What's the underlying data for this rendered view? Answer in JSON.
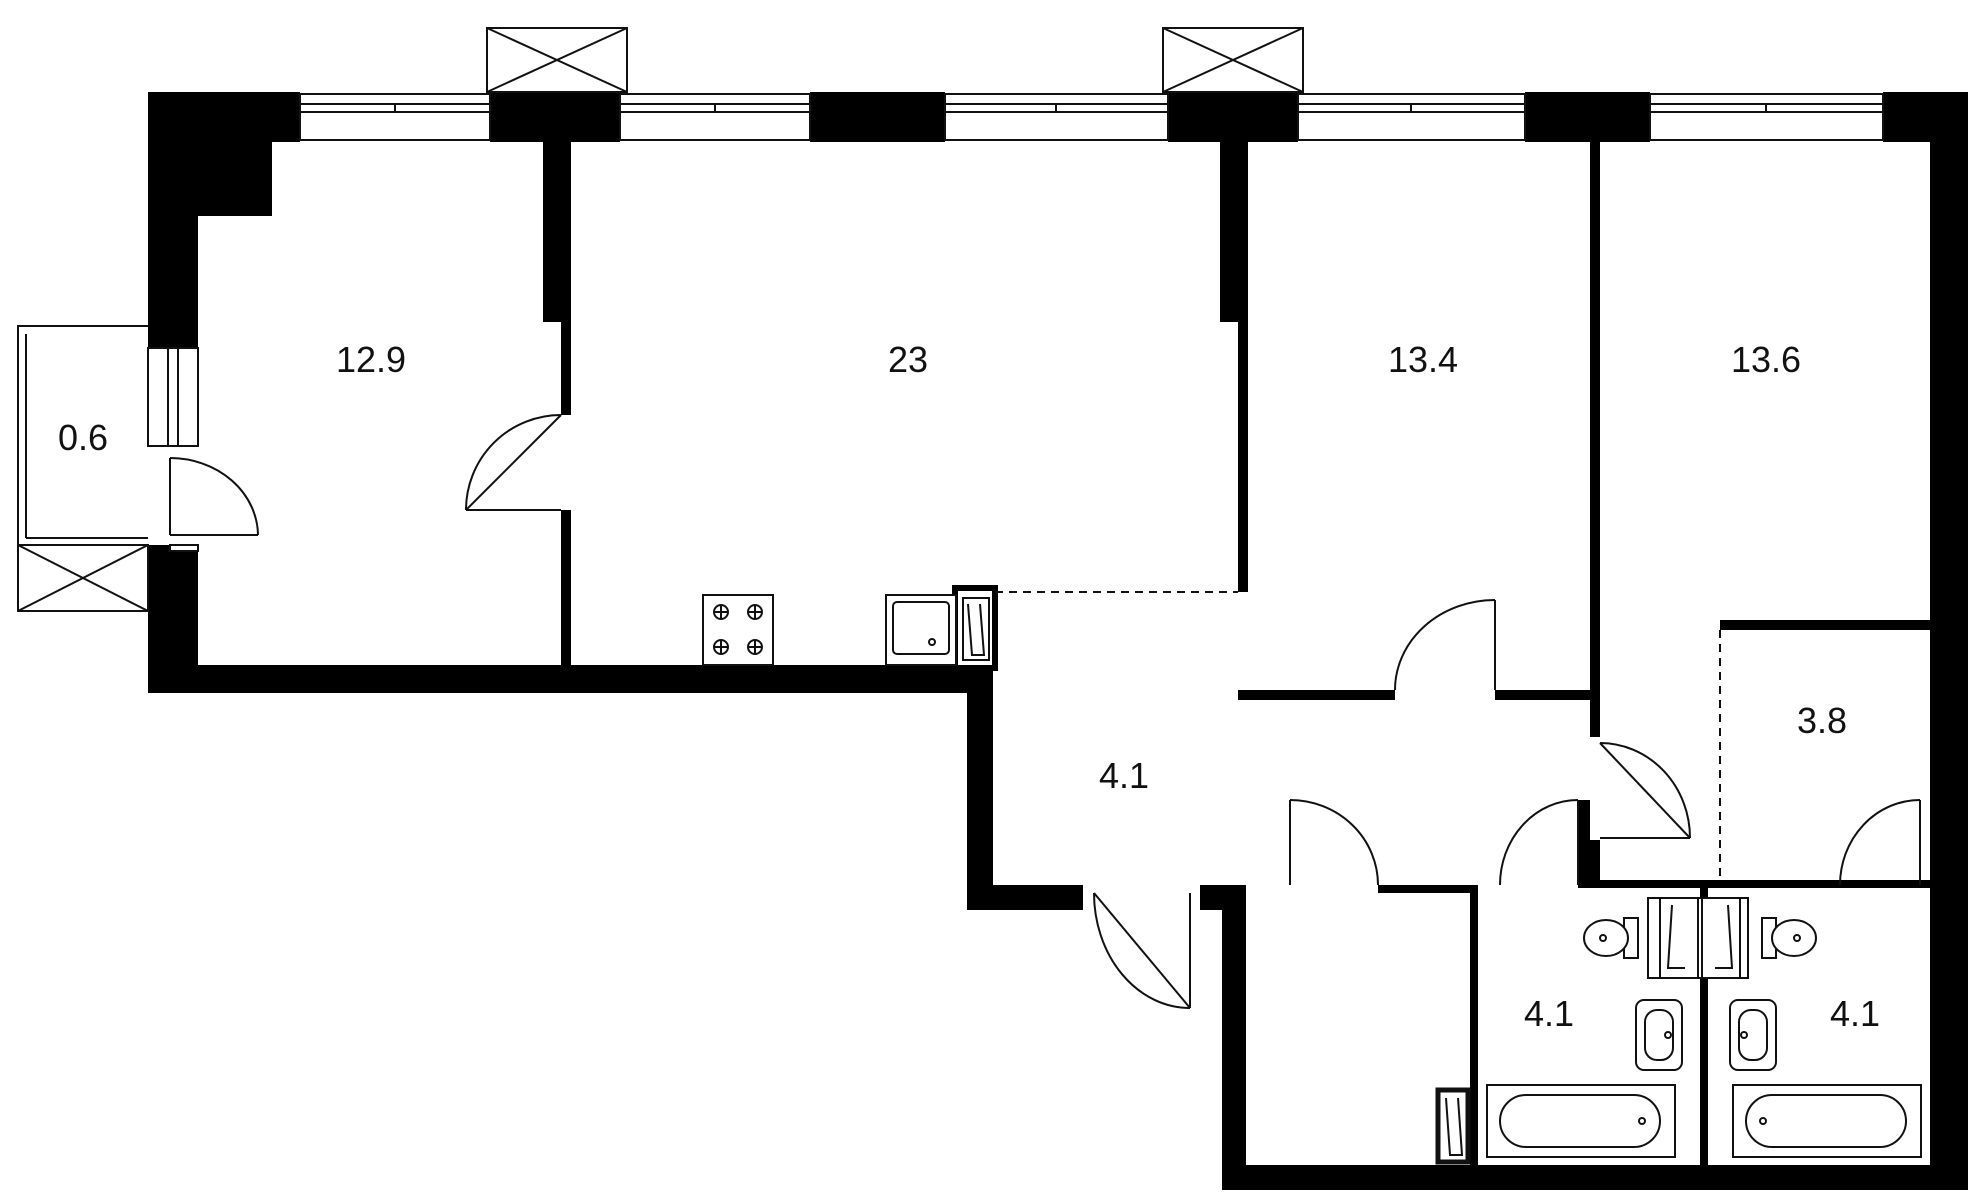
{
  "plan": {
    "colors": {
      "wall": "#000000",
      "line": "#111111",
      "background": "#ffffff"
    },
    "rooms": [
      {
        "id": "balcony",
        "area": "0.6"
      },
      {
        "id": "bedroom-1",
        "area": "12.9"
      },
      {
        "id": "living-kitchen",
        "area": "23"
      },
      {
        "id": "bedroom-2",
        "area": "13.4"
      },
      {
        "id": "bedroom-3",
        "area": "13.6"
      },
      {
        "id": "wardrobe",
        "area": "3.8"
      },
      {
        "id": "hallway",
        "area": "4.1"
      },
      {
        "id": "bathroom-1",
        "area": "4.1"
      },
      {
        "id": "bathroom-2",
        "area": "4.1"
      }
    ]
  }
}
